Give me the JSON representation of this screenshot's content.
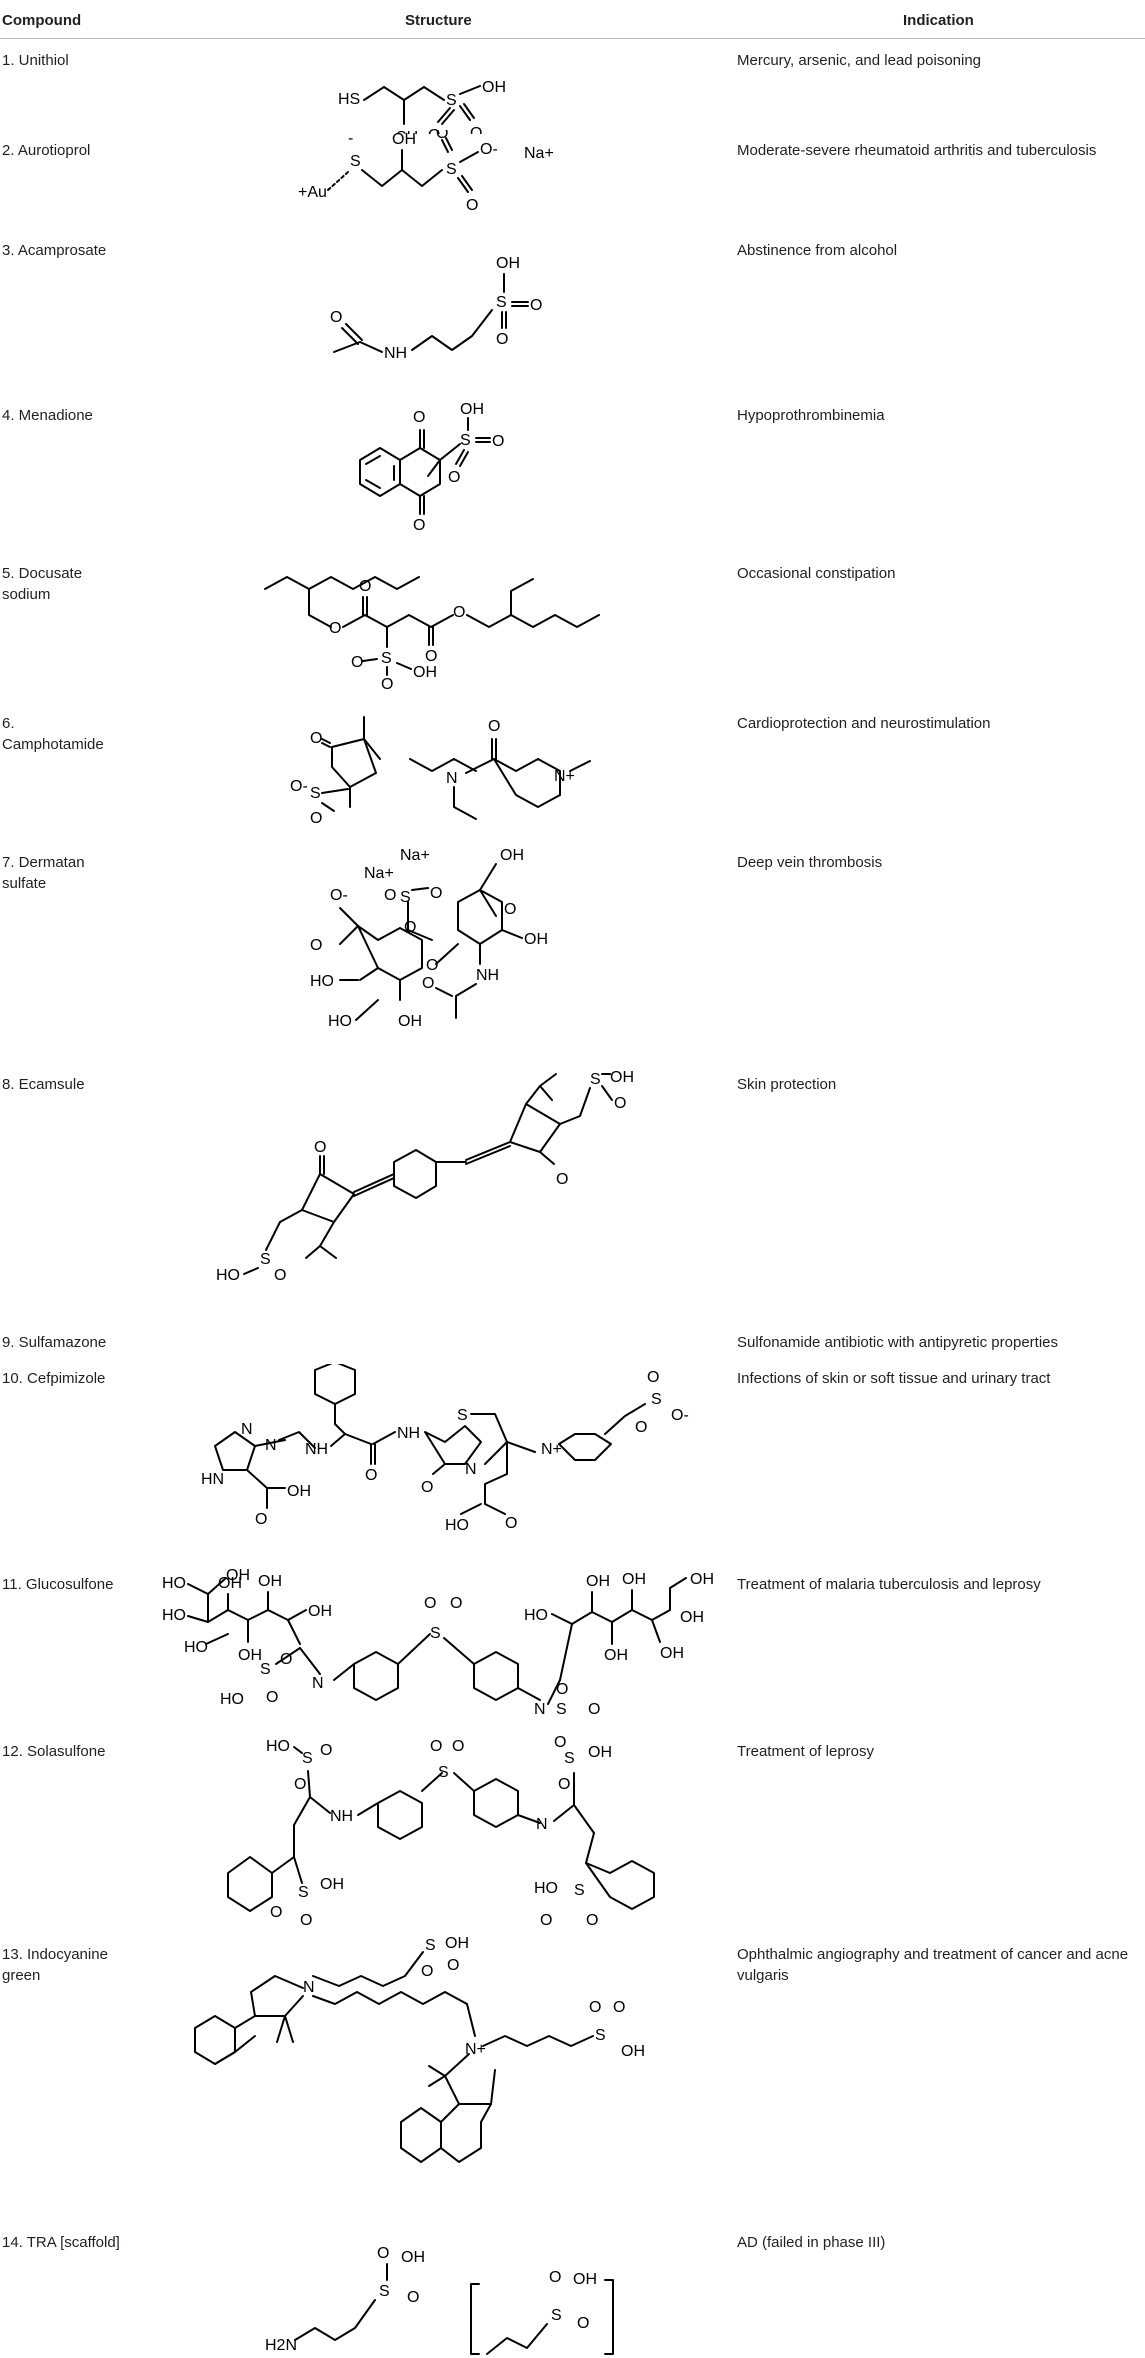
{
  "table": {
    "headers": {
      "compound": "Compound",
      "structure": "Structure",
      "indication": "Indication"
    },
    "rows": [
      {
        "compound": "1. Unithiol",
        "indication": "Mercury, arsenic, and lead poisoning"
      },
      {
        "compound": "2. Aurotioprol",
        "indication": "Moderate-severe rheumatoid arthritis and tuberculosis"
      },
      {
        "compound": "3. Acamprosate",
        "indication": "Abstinence from alcohol"
      },
      {
        "compound": "4. Menadione",
        "indication": "Hypoprothrombinemia"
      },
      {
        "compound": "5. Docusate sodium",
        "indication": "Occasional constipation"
      },
      {
        "compound": "6. Camphotamide",
        "indication": "Cardioprotection and neurostimulation"
      },
      {
        "compound": "7. Dermatan sulfate",
        "indication": "Deep vein thrombosis"
      },
      {
        "compound": "8. Ecamsule",
        "indication": "Skin protection"
      },
      {
        "compound": "9. Sulfamazone",
        "indication": "Sulfonamide antibiotic with antipyretic properties"
      },
      {
        "compound": "10. Cefpimizole",
        "indication": "Infections of skin or soft tissue and urinary tract"
      },
      {
        "compound": "11. Glucosulfone",
        "indication": "Treatment of malaria tuberculosis and leprosy"
      },
      {
        "compound": "12. Solasulfone",
        "indication": "Treatment of leprosy"
      },
      {
        "compound": "13. Indocyanine green",
        "indication": "Ophthalmic angiography and treatment of cancer and acne vulgaris"
      },
      {
        "compound": "14. TRA [scaffold]",
        "indication": "AD (failed in phase III)"
      }
    ]
  },
  "atoms": {
    "SH": "SH",
    "HS": "HS",
    "S": "S",
    "OH": "OH",
    "HO": "HO",
    "O": "O",
    "O_minus": "O-",
    "Na_plus": "Na+",
    "Au_plus": "+Au",
    "minus": "-",
    "NH": "NH",
    "N": "N",
    "N_plus": "N+",
    "HN": "HN",
    "H2N": "H2N"
  }
}
